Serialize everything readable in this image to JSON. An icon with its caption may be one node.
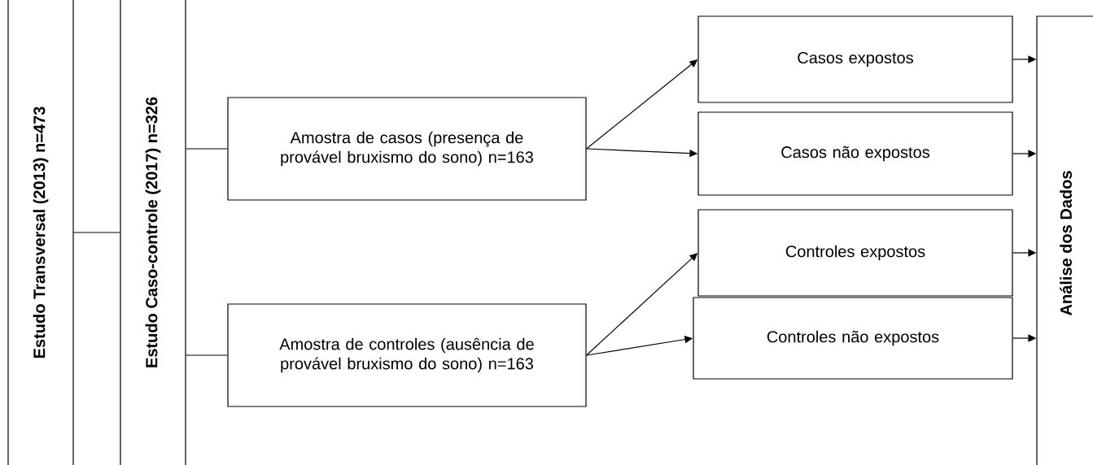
{
  "diagram": {
    "nodes": [
      {
        "text": [
          "Estudo Transversal (2013) n=473"
        ]
      },
      {
        "text": [
          "Estudo Caso-controle (2017) n=326"
        ]
      },
      {
        "text": [
          "Amostra de casos (presença de provável bruxismo do sono) n=163"
        ]
      },
      {
        "text": [
          "Amostra de controles (ausência de provável bruxismo do sono) n=163"
        ]
      },
      {
        "text": [
          "Casos expostos"
        ]
      },
      {
        "text": [
          "Casos não expostos"
        ]
      },
      {
        "text": [
          "Controles expostos"
        ]
      },
      {
        "text": [
          "Controles não expostos"
        ]
      },
      {
        "text": [
          "Análise dos Dados"
        ]
      }
    ],
    "edges": [
      {
        "from": 0,
        "to": 1,
        "arrow": "none"
      },
      {
        "from": 1,
        "to": 2,
        "arrow": "none"
      },
      {
        "from": 1,
        "to": 3,
        "arrow": "none"
      },
      {
        "from": 2,
        "to": 4,
        "arrow": "to"
      },
      {
        "from": 2,
        "to": 5,
        "arrow": "to"
      },
      {
        "from": 3,
        "to": 6,
        "arrow": "to"
      },
      {
        "from": 3,
        "to": 7,
        "arrow": "to"
      },
      {
        "from": 4,
        "to": 8,
        "arrow": "to"
      },
      {
        "from": 5,
        "to": 8,
        "arrow": "to"
      },
      {
        "from": 6,
        "to": 8,
        "arrow": "to"
      },
      {
        "from": 7,
        "to": 8,
        "arrow": "to"
      }
    ]
  }
}
